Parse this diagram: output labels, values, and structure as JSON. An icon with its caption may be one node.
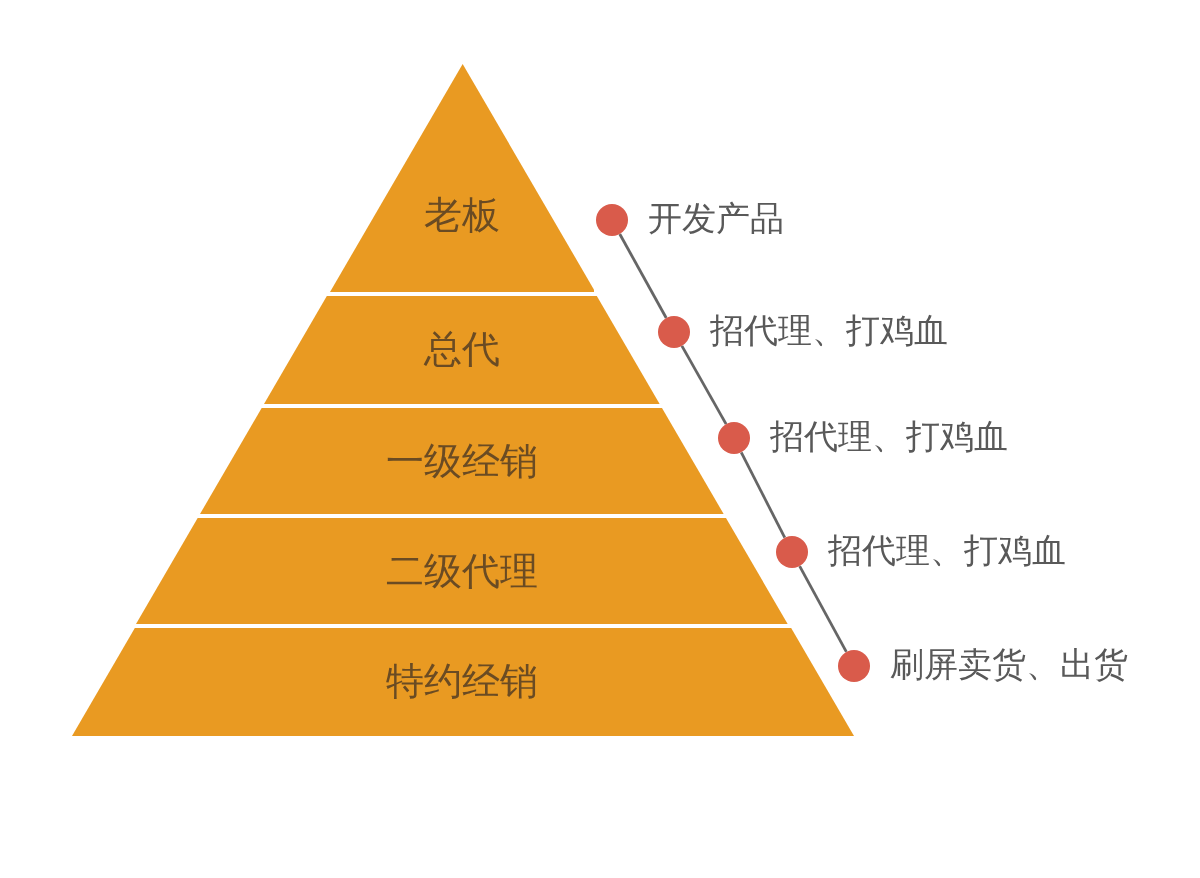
{
  "diagram": {
    "nodes": [
      {
        "text": [
          "老板"
        ]
      },
      {
        "text": [
          "总代"
        ]
      },
      {
        "text": [
          "一级经销"
        ]
      },
      {
        "text": [
          "二级代理"
        ]
      },
      {
        "text": [
          "特约经销"
        ]
      },
      {
        "text": [],
        "shape": "circle",
        "beside": [
          "开发产品"
        ]
      },
      {
        "text": [],
        "shape": "circle",
        "beside": [
          "招代理、打鸡血"
        ]
      },
      {
        "text": [],
        "shape": "circle",
        "beside": [
          "招代理、打鸡血"
        ]
      },
      {
        "text": [],
        "shape": "circle",
        "beside": [
          "招代理、打鸡血"
        ]
      },
      {
        "text": [],
        "shape": "circle",
        "beside": [
          "刷屏卖货、出货"
        ]
      }
    ],
    "edges": [
      {
        "from": 5,
        "to": 6,
        "arrow": "none"
      },
      {
        "from": 6,
        "to": 7,
        "arrow": "none"
      },
      {
        "from": 7,
        "to": 8,
        "arrow": "none"
      },
      {
        "from": 8,
        "to": 9,
        "arrow": "none"
      }
    ]
  }
}
